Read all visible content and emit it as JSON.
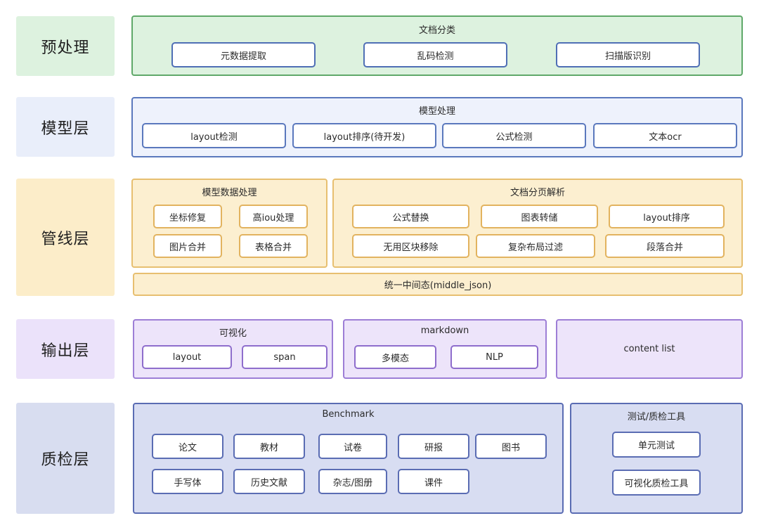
{
  "layers": {
    "preprocess": "预处理",
    "model": "模型层",
    "pipeline": "管线层",
    "output": "输出层",
    "qa": "质检层"
  },
  "preprocess": {
    "title": "文档分类",
    "items": [
      "元数据提取",
      "乱码检测",
      "扫描版识别"
    ]
  },
  "model": {
    "title": "模型处理",
    "items": [
      "layout检测",
      "layout排序(待开发)",
      "公式检测",
      "文本ocr"
    ]
  },
  "pipeline": {
    "model_data": {
      "title": "模型数据处理",
      "items": [
        "坐标修复",
        "高iou处理",
        "图片合并",
        "表格合并"
      ]
    },
    "page_parse": {
      "title": "文档分页解析",
      "items": [
        "公式替换",
        "图表转储",
        "layout排序",
        "无用区块移除",
        "复杂布局过滤",
        "段落合并"
      ]
    },
    "middle": "统一中间态(middle_json)"
  },
  "output": {
    "visualize": {
      "title": "可视化",
      "items": [
        "layout",
        "span"
      ]
    },
    "markdown": {
      "title": "markdown",
      "items": [
        "多模态",
        "NLP"
      ]
    },
    "content_list": "content list"
  },
  "qa": {
    "benchmark": {
      "title": "Benchmark",
      "items": [
        "论文",
        "教材",
        "试卷",
        "研报",
        "图书",
        "手写体",
        "历史文献",
        "杂志/图册",
        "课件"
      ]
    },
    "tools": {
      "title": "测试/质检工具",
      "items": [
        "单元测试",
        "可视化质检工具"
      ]
    }
  }
}
